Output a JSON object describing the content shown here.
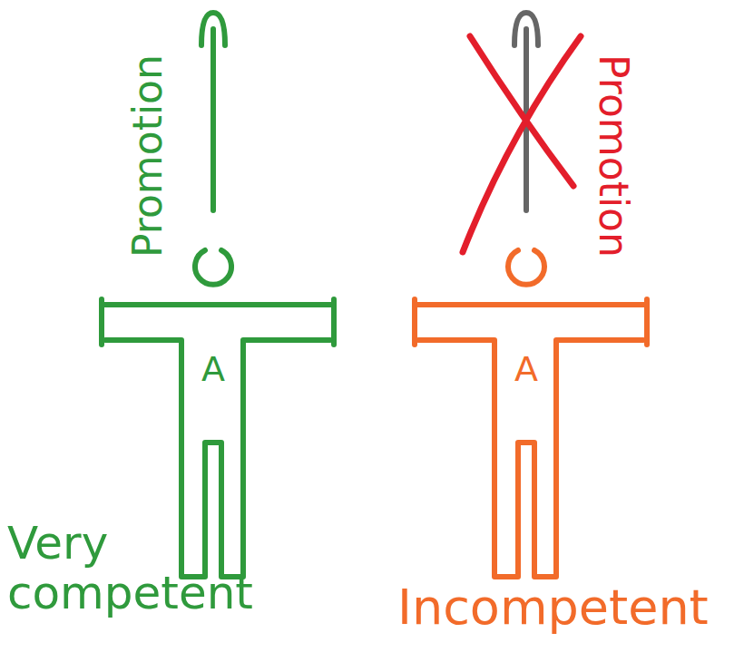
{
  "diagram": {
    "labels": [
      "Promotion",
      "Promotion",
      "A",
      "A",
      "Very competent",
      "Incompetent"
    ]
  }
}
